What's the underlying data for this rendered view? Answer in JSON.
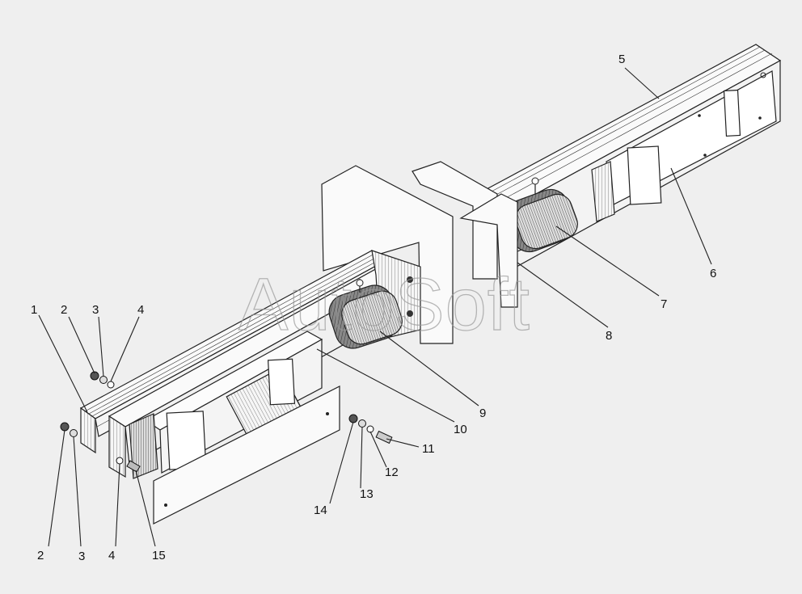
{
  "watermark": "AutoSoft",
  "callouts": [
    {
      "text": "1"
    },
    {
      "text": "2"
    },
    {
      "text": "3"
    },
    {
      "text": "4"
    },
    {
      "text": "2"
    },
    {
      "text": "3"
    },
    {
      "text": "4"
    },
    {
      "text": "15"
    },
    {
      "text": "5"
    },
    {
      "text": "6"
    },
    {
      "text": "7"
    },
    {
      "text": "8"
    },
    {
      "text": "9"
    },
    {
      "text": "10"
    },
    {
      "text": "11"
    },
    {
      "text": "12"
    },
    {
      "text": "13"
    },
    {
      "text": "14"
    }
  ]
}
